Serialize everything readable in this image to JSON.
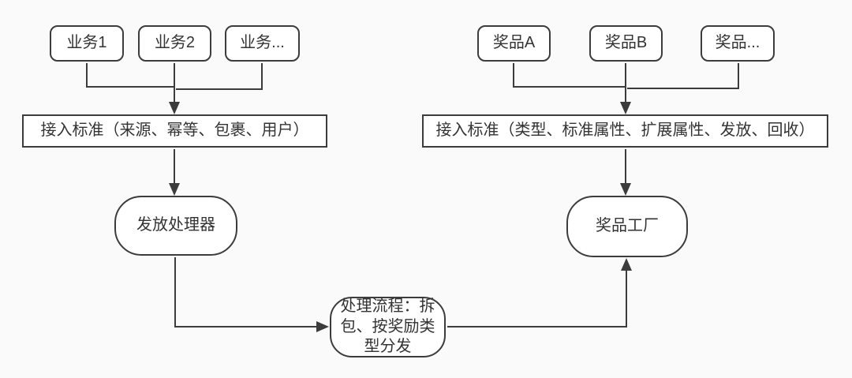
{
  "diagram": {
    "left_flow": {
      "source_1": "业务1",
      "source_2": "业务2",
      "source_3": "业务...",
      "standard": "接入标准（来源、幂等、包裹、用户）",
      "processor": "发放处理器"
    },
    "right_flow": {
      "source_1": "奖品A",
      "source_2": "奖品B",
      "source_3": "奖品...",
      "standard": "接入标准（类型、标准属性、扩展属性、发放、回收）",
      "factory": "奖品工厂"
    },
    "pipeline": "处理流程：拆包、按奖励类型分发",
    "colors": {
      "background": "#fafafa",
      "node_fill": "#ffffff",
      "stroke": "#3c3c3c",
      "text": "#333333"
    }
  }
}
